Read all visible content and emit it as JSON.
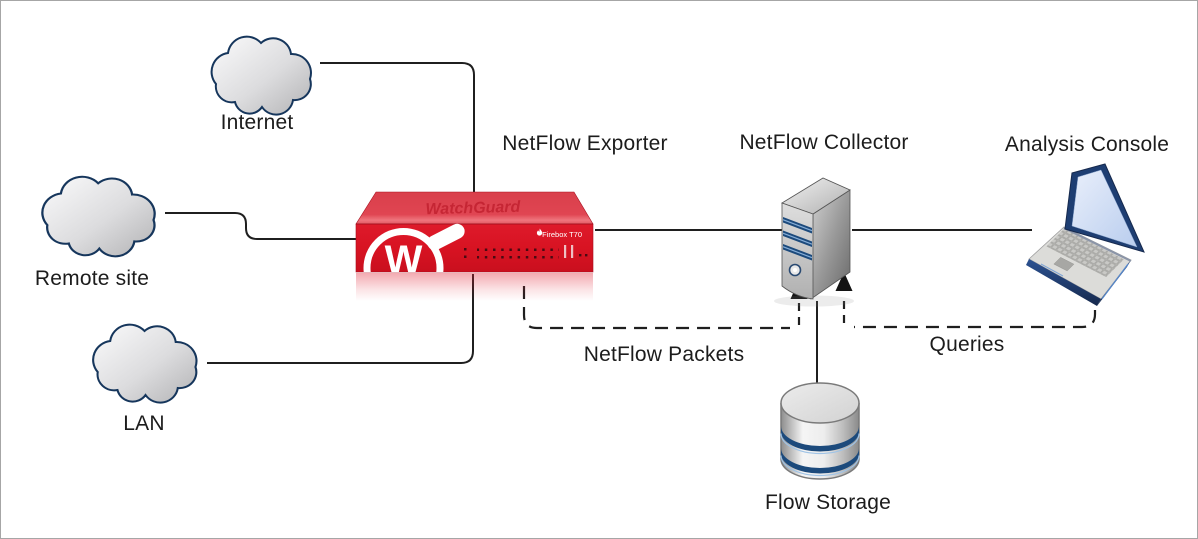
{
  "diagram": {
    "nodes": {
      "internet": {
        "label": "Internet",
        "type": "cloud"
      },
      "remote_site": {
        "label": "Remote site",
        "type": "cloud"
      },
      "lan": {
        "label": "LAN",
        "type": "cloud"
      },
      "netflow_exporter": {
        "label": "NetFlow Exporter",
        "type": "firewall-appliance",
        "device_brand": "WatchGuard",
        "device_model": "Firebox T70",
        "logo_letter": "W"
      },
      "netflow_collector": {
        "label": "NetFlow Collector",
        "type": "server"
      },
      "analysis_console": {
        "label": "Analysis Console",
        "type": "laptop"
      },
      "flow_storage": {
        "label": "Flow Storage",
        "type": "database"
      }
    },
    "connections": [
      {
        "from": "internet",
        "to": "netflow_exporter",
        "style": "solid"
      },
      {
        "from": "remote_site",
        "to": "netflow_exporter",
        "style": "solid"
      },
      {
        "from": "lan",
        "to": "netflow_exporter",
        "style": "solid"
      },
      {
        "from": "netflow_exporter",
        "to": "netflow_collector",
        "style": "solid"
      },
      {
        "from": "netflow_collector",
        "to": "analysis_console",
        "style": "solid"
      },
      {
        "from": "netflow_collector",
        "to": "flow_storage",
        "style": "solid"
      },
      {
        "from": "netflow_exporter",
        "to": "netflow_collector",
        "style": "dashed",
        "label": "NetFlow Packets",
        "arrow": "into-collector"
      },
      {
        "from": "analysis_console",
        "to": "netflow_collector",
        "style": "dashed",
        "label": "Queries",
        "arrow": "into-collector"
      }
    ],
    "colors": {
      "firebox_red": "#d81322",
      "cloud_border": "#16365c",
      "stripe_blue": "#1c4a7c",
      "laptop_navy": "#1e3e72",
      "laptop_screen": "#c7d8f2",
      "line": "#1f1f1f",
      "label_text": "#1c1c1c",
      "canvas_border": "#a6a6a6"
    }
  }
}
